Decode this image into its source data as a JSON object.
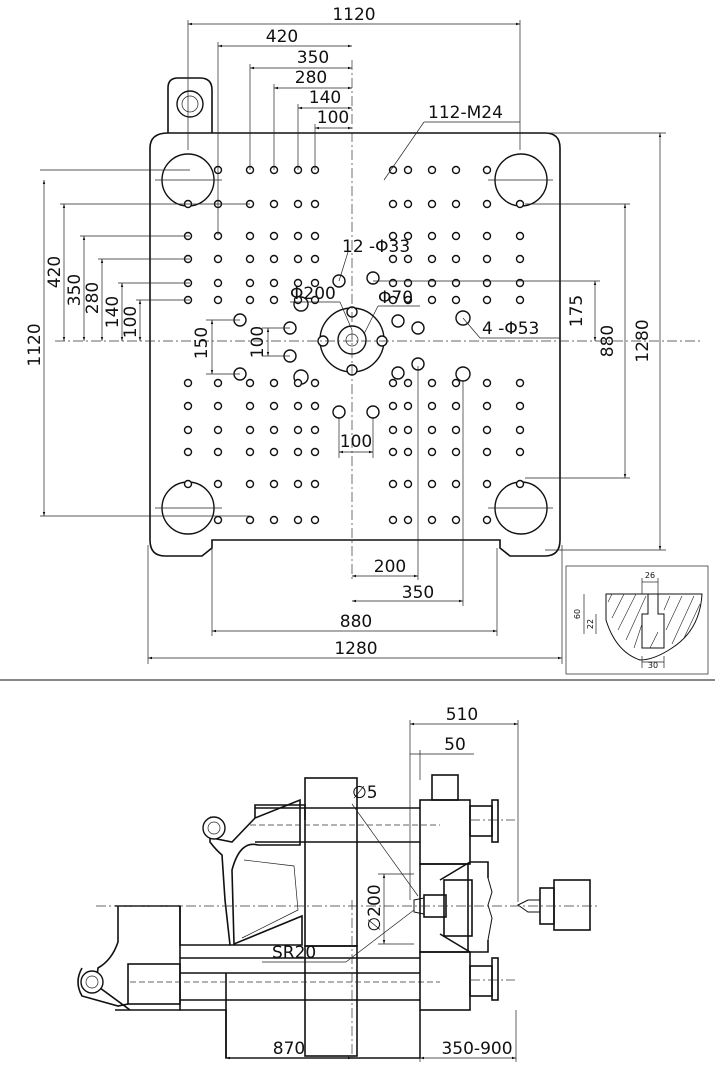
{
  "platen_view": {
    "dims": {
      "top_1120": "1120",
      "top_420": "420",
      "top_350": "350",
      "top_280": "280",
      "top_140": "140",
      "top_100": "100",
      "thread": "112-M24",
      "holes_33": "12 -Φ33",
      "d200": "Φ200",
      "d70": "Φ70",
      "holes_53": "4 -Φ53",
      "left_1120": "1120",
      "left_420": "420",
      "left_350": "350",
      "left_280": "280",
      "left_140": "140",
      "left_100": "100",
      "mid_150": "150",
      "mid_100": "100",
      "right_175": "175",
      "right_880": "880",
      "right_1280": "1280",
      "center_100": "100",
      "bottom_200": "200",
      "bottom_350": "350",
      "bottom_880": "880",
      "bottom_1280": "1280"
    }
  },
  "section_detail": {
    "dims": {
      "d26": "26",
      "d60": "60",
      "d22": "22",
      "d30": "30"
    }
  },
  "side_view": {
    "dims": {
      "d510": "510",
      "d50": "50",
      "d5": "∅5",
      "d200": "∅200",
      "sr20": "SR20",
      "d870": "870",
      "stroke": "350-900"
    }
  },
  "colors": {
    "line": "#111111",
    "background": "#ffffff"
  }
}
